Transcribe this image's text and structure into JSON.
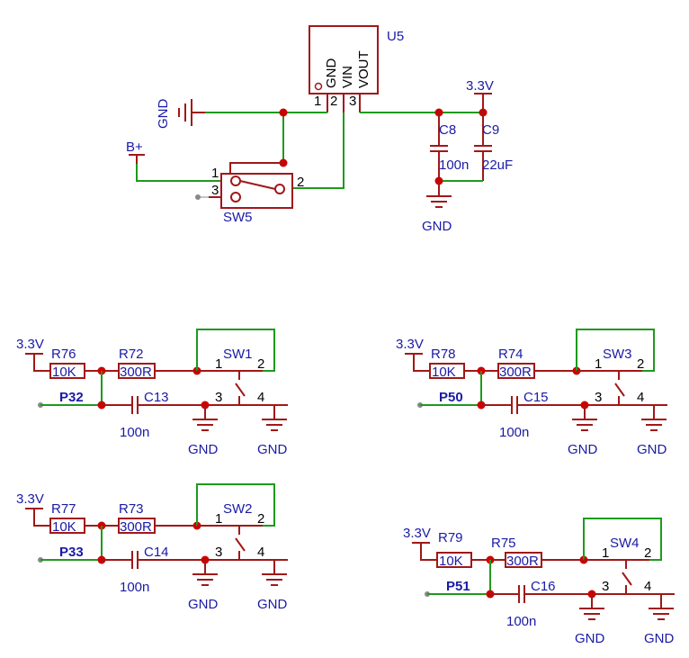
{
  "regulator": {
    "ref": "U5",
    "pins": {
      "gnd": "GND",
      "vin": "VIN",
      "vout": "VOUT",
      "n1": "1",
      "n2": "2",
      "n3": "3"
    },
    "left_gnd": "GND",
    "battery": "B+",
    "rail": "3.3V",
    "c8": {
      "ref": "C8",
      "value": "100n"
    },
    "c9": {
      "ref": "C9",
      "value": "22uF"
    },
    "bottom_gnd": "GND",
    "switch": {
      "ref": "SW5",
      "pin1": "1",
      "pin2": "2",
      "pin3": "3"
    }
  },
  "buttons": [
    {
      "rail": "3.3V",
      "pullup_ref": "R76",
      "pullup_val": "10K",
      "series_ref": "R72",
      "series_val": "300R",
      "net": "P32",
      "cap_ref": "C13",
      "cap_val": "100n",
      "sw_ref": "SW1",
      "pin1": "1",
      "pin2": "2",
      "pin3": "3",
      "pin4": "4",
      "gnd1": "GND",
      "gnd2": "GND"
    },
    {
      "rail": "3.3V",
      "pullup_ref": "R78",
      "pullup_val": "10K",
      "series_ref": "R74",
      "series_val": "300R",
      "net": "P50",
      "cap_ref": "C15",
      "cap_val": "100n",
      "sw_ref": "SW3",
      "pin1": "1",
      "pin2": "2",
      "pin3": "3",
      "pin4": "4",
      "gnd1": "GND",
      "gnd2": "GND"
    },
    {
      "rail": "3.3V",
      "pullup_ref": "R77",
      "pullup_val": "10K",
      "series_ref": "R73",
      "series_val": "300R",
      "net": "P33",
      "cap_ref": "C14",
      "cap_val": "100n",
      "sw_ref": "SW2",
      "pin1": "1",
      "pin2": "2",
      "pin3": "3",
      "pin4": "4",
      "gnd1": "GND",
      "gnd2": "GND"
    },
    {
      "rail": "3.3V",
      "pullup_ref": "R79",
      "pullup_val": "10K",
      "series_ref": "R75",
      "series_val": "300R",
      "net": "P51",
      "cap_ref": "C16",
      "cap_val": "100n",
      "sw_ref": "SW4",
      "pin1": "1",
      "pin2": "2",
      "pin3": "3",
      "pin4": "4",
      "gnd1": "GND",
      "gnd2": "GND"
    }
  ],
  "colors": {
    "wire": "#1e9a1e",
    "component": "#a01818",
    "label": "#1a1aa6",
    "junction": "#cc0000"
  }
}
